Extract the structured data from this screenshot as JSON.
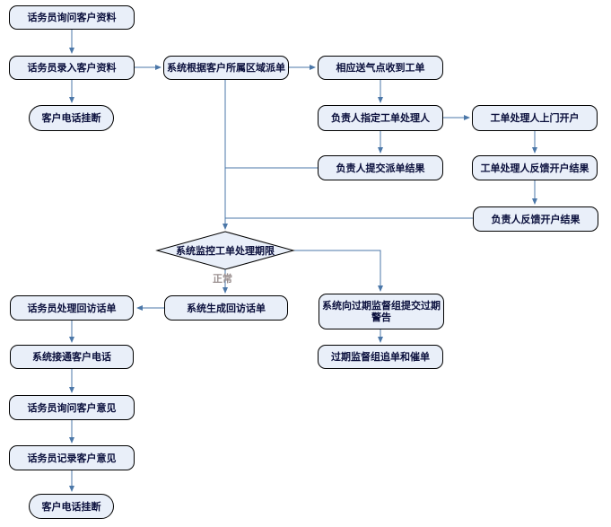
{
  "diagram": {
    "type": "flowchart",
    "language": "zh-CN",
    "colors": {
      "background": "#ffffff",
      "node_fill": "#e9eff9",
      "node_border": "#000000",
      "node_text": "#0a0f3c",
      "connector": "#4b77a8",
      "edge_label_text": "#9a8f8f"
    },
    "nodes": [
      {
        "id": "ask-customer-info",
        "shape": "rounded-rect",
        "label": "话务员询问客户资料"
      },
      {
        "id": "enter-customer-info",
        "shape": "rounded-rect",
        "label": "话务员录入客户资料"
      },
      {
        "id": "customer-hangup-1",
        "shape": "terminator",
        "label": "客户电话挂断"
      },
      {
        "id": "system-dispatch",
        "shape": "rounded-rect",
        "label": "系统根据客户所属区域派单"
      },
      {
        "id": "gas-point-receive-order",
        "shape": "rounded-rect",
        "label": "相应送气点收到工单"
      },
      {
        "id": "assign-order-handler",
        "shape": "rounded-rect",
        "label": "负责人指定工单处理人"
      },
      {
        "id": "handler-onsite-open",
        "shape": "rounded-rect",
        "label": "工单处理人上门开户"
      },
      {
        "id": "submit-dispatch-result",
        "shape": "rounded-rect",
        "label": "负责人提交派单结果"
      },
      {
        "id": "handler-feedback-result",
        "shape": "rounded-rect",
        "label": "工单处理人反馈开户结果"
      },
      {
        "id": "manager-feedback-result",
        "shape": "rounded-rect",
        "label": "负责人反馈开户结果"
      },
      {
        "id": "monitor-deadline",
        "shape": "decision",
        "label": "系统监控工单处理期限"
      },
      {
        "id": "handle-callback-sheet",
        "shape": "rounded-rect",
        "label": "话务员处理回访话单"
      },
      {
        "id": "generate-callback-sheet",
        "shape": "rounded-rect",
        "label": "系统生成回访话单"
      },
      {
        "id": "submit-overdue-warning",
        "shape": "rounded-rect",
        "label": "系统向过期监督组提交过期警告"
      },
      {
        "id": "connect-customer-phone",
        "shape": "rounded-rect",
        "label": "系统接通客户电话"
      },
      {
        "id": "overdue-group-chase",
        "shape": "rounded-rect",
        "label": "过期监督组追单和催单"
      },
      {
        "id": "ask-customer-opinion",
        "shape": "rounded-rect",
        "label": "话务员询问客户意见"
      },
      {
        "id": "record-customer-opinion",
        "shape": "rounded-rect",
        "label": "话务员记录客户意见"
      },
      {
        "id": "customer-hangup-2",
        "shape": "terminator",
        "label": "客户电话挂断"
      }
    ],
    "edge_labels": {
      "normal": "正常"
    },
    "edges": [
      {
        "from": "ask-customer-info",
        "to": "enter-customer-info",
        "arrow": true
      },
      {
        "from": "enter-customer-info",
        "to": "customer-hangup-1",
        "arrow": true
      },
      {
        "from": "enter-customer-info",
        "to": "system-dispatch",
        "arrow": true
      },
      {
        "from": "system-dispatch",
        "to": "gas-point-receive-order",
        "arrow": true
      },
      {
        "from": "gas-point-receive-order",
        "to": "assign-order-handler",
        "arrow": true
      },
      {
        "from": "assign-order-handler",
        "to": "handler-onsite-open",
        "arrow": true
      },
      {
        "from": "assign-order-handler",
        "to": "submit-dispatch-result",
        "arrow": true
      },
      {
        "from": "handler-onsite-open",
        "to": "handler-feedback-result",
        "arrow": true
      },
      {
        "from": "handler-feedback-result",
        "to": "manager-feedback-result",
        "arrow": true
      },
      {
        "from": "submit-dispatch-result",
        "to": "monitor-deadline",
        "arrow": false
      },
      {
        "from": "manager-feedback-result",
        "to": "monitor-deadline",
        "arrow": false
      },
      {
        "from": "system-dispatch",
        "to": "monitor-deadline",
        "arrow": true
      },
      {
        "from": "monitor-deadline",
        "to": "generate-callback-sheet",
        "arrow": true,
        "label": "正常"
      },
      {
        "from": "monitor-deadline",
        "to": "submit-overdue-warning",
        "arrow": true
      },
      {
        "from": "submit-overdue-warning",
        "to": "overdue-group-chase",
        "arrow": true
      },
      {
        "from": "generate-callback-sheet",
        "to": "handle-callback-sheet",
        "arrow": true
      },
      {
        "from": "handle-callback-sheet",
        "to": "connect-customer-phone",
        "arrow": true
      },
      {
        "from": "connect-customer-phone",
        "to": "ask-customer-opinion",
        "arrow": true
      },
      {
        "from": "ask-customer-opinion",
        "to": "record-customer-opinion",
        "arrow": true
      },
      {
        "from": "record-customer-opinion",
        "to": "customer-hangup-2",
        "arrow": true
      }
    ]
  }
}
